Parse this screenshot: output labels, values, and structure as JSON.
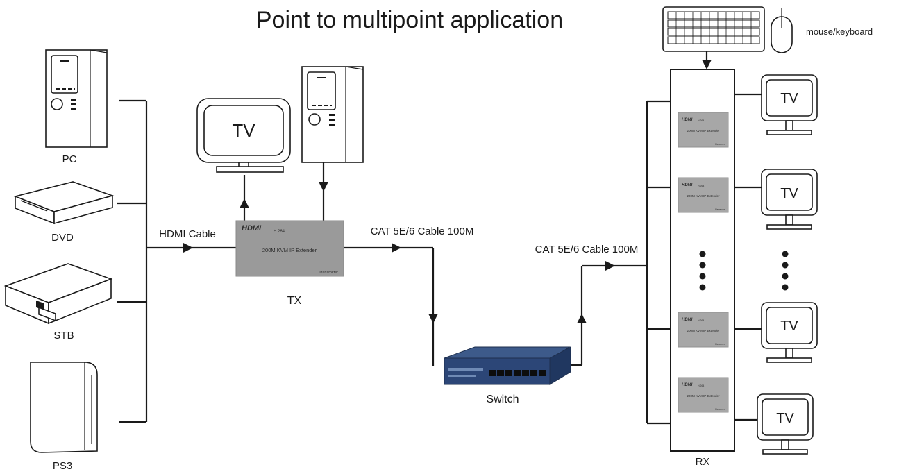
{
  "title": "Point to multipoint  application",
  "sources": {
    "pc": "PC",
    "dvd": "DVD",
    "stb": "STB",
    "ps3": "PS3"
  },
  "hdmi_cable_label": "HDMI Cable",
  "tx": {
    "label": "TX",
    "brand": "HDMI",
    "codec": "H.264",
    "model": "200M KVM IP Extender",
    "role": "Transmitter",
    "tv_label": "TV"
  },
  "cat_cable_label_1": "CAT 5E/6 Cable 100M",
  "cat_cable_label_2": "CAT 5E/6 Cable 100M",
  "switch_label": "Switch",
  "rx": {
    "label": "RX",
    "brand": "HDMI",
    "codec": "H.264",
    "model": "200M KVM IP Extender",
    "role": "Receiver"
  },
  "tv_label": "TV",
  "mouse_keyboard_label": "mouse/keyboard"
}
